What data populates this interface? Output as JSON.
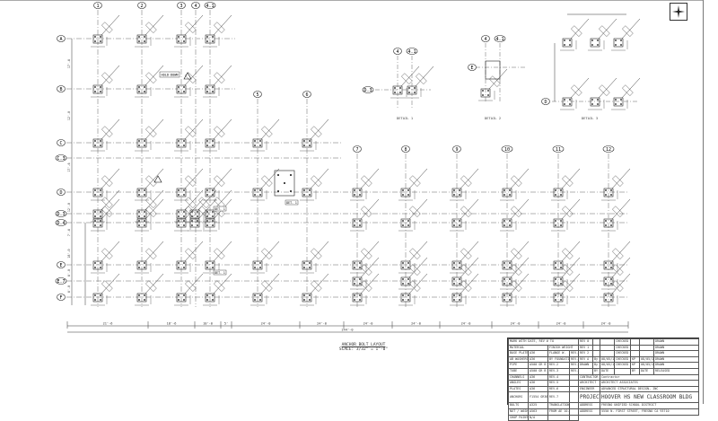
{
  "grid": {
    "columns": [
      "1",
      "2",
      "3",
      "4",
      "4.1",
      "5",
      "6",
      "7",
      "8",
      "9",
      "10",
      "11",
      "12"
    ],
    "rows": [
      "A",
      "B",
      "C",
      "C.3",
      "D",
      "D.3",
      "D.4",
      "E",
      "E.7",
      "F"
    ]
  },
  "dimensions": {
    "bays": [
      "21'-6",
      "18'-6",
      "10'-0",
      "5'",
      "24'-0",
      "24'-0",
      "24'-0",
      "24'-0",
      "24'-0",
      "24'-0",
      "24'-0",
      "24'-0"
    ],
    "overall": "244'-0",
    "row_dims": [
      "17'-6",
      "12'-0",
      "17'-6",
      "12'-0",
      "7'-6",
      "18'-0",
      "6'-0",
      "6'-0"
    ]
  },
  "details": [
    {
      "label": "DETAIL 1",
      "cols": [
        "4",
        "4.1"
      ],
      "row": "D.3"
    },
    {
      "label": "DETAIL 2",
      "cols": [
        "4",
        "4.1"
      ],
      "row": "E"
    },
    {
      "label": "DETAIL 3",
      "row": "D"
    }
  ],
  "callouts": {
    "hold_down": "HOLD-DOWN",
    "detail_tag": "DET. 1",
    "revision": "1"
  },
  "caption": {
    "title": "ANCHOR BOLT LAYOUT",
    "sub": "SCALE: 3/32\" = 1'-0\""
  },
  "title_block": {
    "notes_header": "MARK WITH DATE, REV # TO",
    "material": "MATERIAL",
    "finish": "FINISH WEIGHT",
    "left_rows": [
      [
        "BASE PLATES",
        "A36",
        "FLANGE W.",
        "REV-0"
      ],
      [
        "AB WASHERS",
        "A36",
        "BY FOUNDATION",
        "REV-1"
      ],
      [
        "PIPE",
        "A500 GR B",
        "REV-2",
        "REV-A"
      ],
      [
        "TUBE",
        "A500 GR B",
        "REV-3",
        "REV-B"
      ],
      [
        "CHANNELS",
        "A36",
        "REV-4",
        ""
      ],
      [
        "ANGLES",
        "A36",
        "REV-5",
        ""
      ],
      [
        "PLATES",
        "A36",
        "REV-6",
        ""
      ],
      [
        "ANCHORS",
        "F1554 GR36",
        "REV-7",
        ""
      ],
      [
        "BOLTS",
        "A325",
        "TRANSLATION",
        ""
      ],
      [
        "NUT / WASH",
        "A563",
        "FROM AE 10-06",
        ""
      ],
      [
        "SHOP PAINT",
        "N/A",
        "",
        ""
      ]
    ],
    "rev_rows": [
      [
        "REV 0",
        "",
        "",
        "CHECKED",
        "",
        "",
        "DRAWN"
      ],
      [
        "REV 1",
        "",
        "",
        "CHECKED",
        "",
        "",
        "DRAWN"
      ],
      [
        "REV 2",
        "",
        "",
        "CHECKED",
        "",
        "",
        "DRAWN"
      ],
      [
        "REV A",
        "By",
        "08/05/17",
        "CHECKED",
        "KP",
        "08/05/17",
        "DRAWN"
      ],
      [
        "DRAWN",
        "By",
        "08/05/17",
        "CHECKED",
        "KP",
        "08/05/17",
        "DRAWN"
      ],
      [
        "",
        "BY",
        "DATE",
        "",
        "BY",
        "DATE",
        "RELEASED"
      ]
    ],
    "contractor_label": "CONTRACTOR",
    "contractor": "Contractor",
    "architect_label": "ARCHITECT",
    "architect": "ARCHITECT ASSOCIATES",
    "engineer_label": "ENGINEER",
    "engineer": "ADVANCED STRUCTURAL DESIGN, INC",
    "project_label": "PROJECT",
    "project": "HOOVER HS NEW CLASSROOM BLDG",
    "address_label": "ADDRESS",
    "address": "FRESNO UNIFIED SCHOOL DISTRICT",
    "address2_label": "ADDRESS",
    "address2": "5550 N. FIRST STREET, FRESNO CA 93710"
  },
  "icons": {
    "compass": "north-arrow-icon"
  }
}
